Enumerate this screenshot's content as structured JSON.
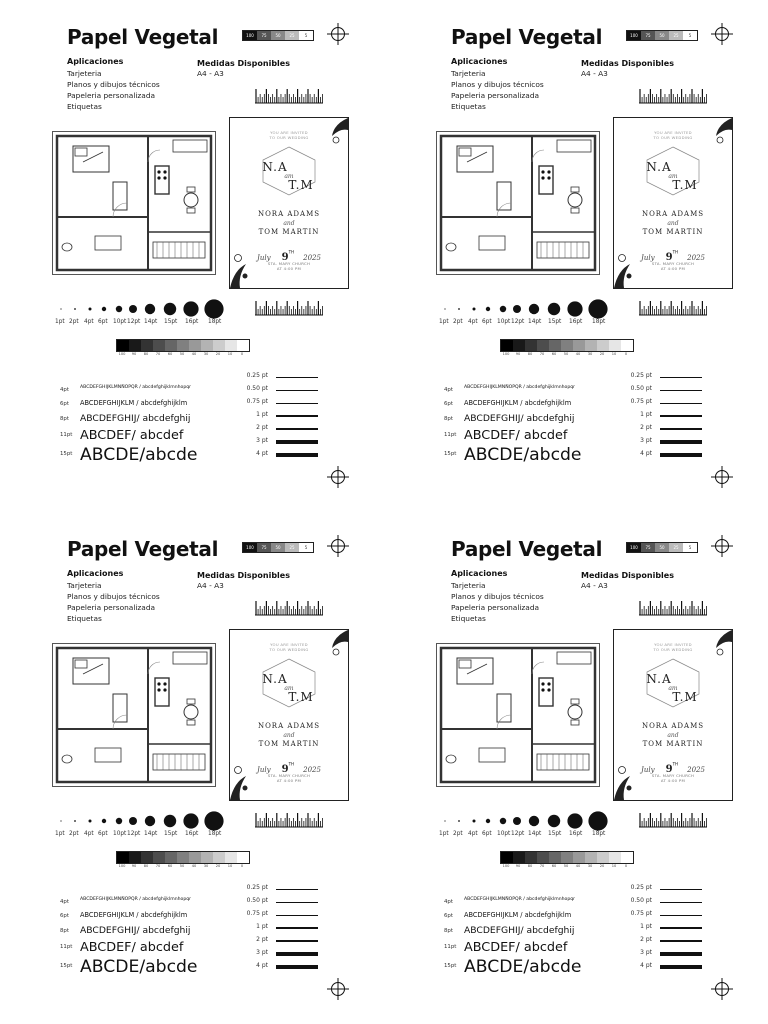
{
  "cards": [
    {
      "id": "top-left"
    },
    {
      "id": "top-right"
    },
    {
      "id": "bottom-left"
    },
    {
      "id": "bottom-right"
    }
  ],
  "sheet": {
    "title": "Papel Vegetal",
    "header_swatches": [
      "100",
      "75",
      "50",
      "25",
      "5"
    ],
    "aplicaciones_heading": "Aplicaciones",
    "aplicaciones": [
      "Tarjeteria",
      "Planos y dibujos técnicos",
      "Papeleria personalizada",
      "Etiquetas"
    ],
    "medidas_heading": "Medidas Disponibles",
    "medidas_value": "A4 - A3",
    "invitation": {
      "top_line_1": "YOU ARE INVITED",
      "top_line_2": "TO OUR WEDDING",
      "mono_a": "N.A",
      "mono_am": "am",
      "mono_b": "T.M",
      "name_1": "NORA ADAMS",
      "and": "and",
      "name_2": "TOM MARTIN",
      "month": "July",
      "day": "9",
      "day_suffix": "TH",
      "year": "2025",
      "place_1": "STA. MARY CHURCH",
      "place_2": "AT 4:00 PM"
    },
    "dot_labels": [
      "1pt",
      "2pt",
      "4pt",
      "6pt",
      "10pt",
      "12pt",
      "14pt",
      "15pt",
      "16pt",
      "18pt"
    ],
    "gray_labels": [
      "100",
      "90",
      "80",
      "70",
      "60",
      "50",
      "40",
      "30",
      "20",
      "10",
      "0"
    ],
    "type_samples": [
      {
        "pt": "4pt",
        "text": "ABCDEFGHIJKLMNÑOPQR / abcdefghijklmnhopqr"
      },
      {
        "pt": "6pt",
        "text": "ABCDEFGHIJKLM / abcdefghijklm"
      },
      {
        "pt": "8pt",
        "text": "ABCDEFGHIJ/ abcdefghij"
      },
      {
        "pt": "11pt",
        "text": "ABCDEF/ abcdef"
      },
      {
        "pt": "15pt",
        "text": "ABCDE/abcde"
      }
    ],
    "line_weights": [
      "0.25 pt",
      "0.50 pt",
      "0.75 pt",
      "1 pt",
      "2 pt",
      "3 pt",
      "4 pt"
    ]
  },
  "colors": {
    "ink": "#111111",
    "paper": "#ffffff"
  }
}
